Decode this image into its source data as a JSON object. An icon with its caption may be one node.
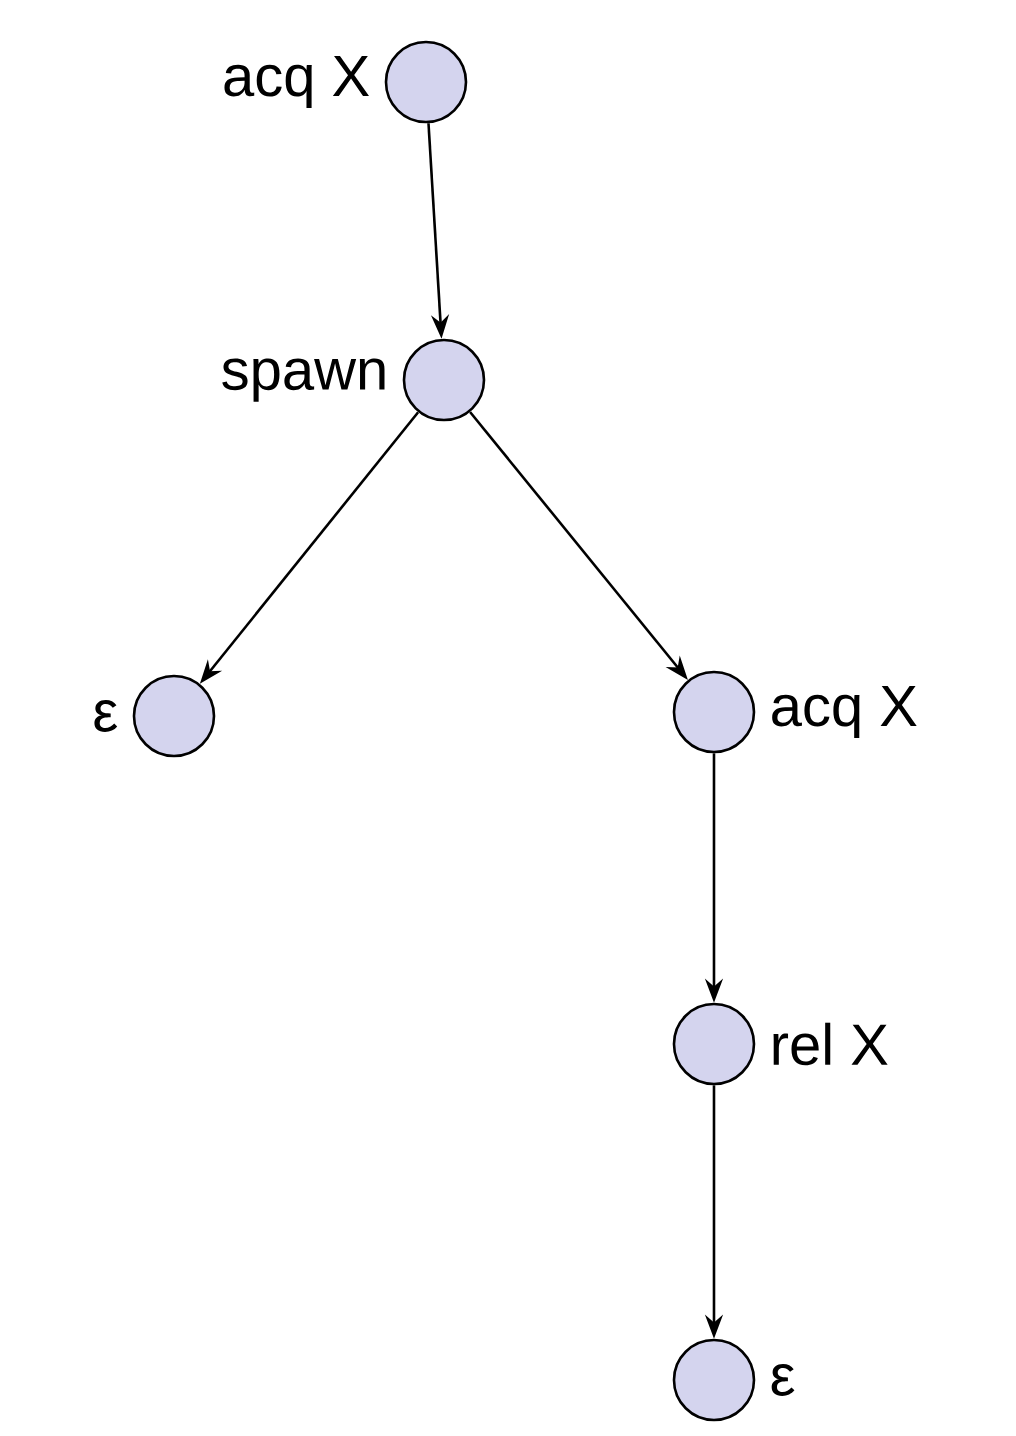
{
  "diagram": {
    "nodes": [
      {
        "text": [],
        "shape": "circle",
        "beside": [
          "acq X"
        ]
      },
      {
        "text": [],
        "shape": "circle",
        "beside": [
          "spawn"
        ]
      },
      {
        "text": [],
        "shape": "circle",
        "beside": [
          "ε"
        ]
      },
      {
        "text": [],
        "shape": "circle",
        "beside": [
          "acq X"
        ]
      },
      {
        "text": [],
        "shape": "circle",
        "beside": [
          "rel X"
        ]
      },
      {
        "text": [],
        "shape": "circle",
        "beside": [
          "ε"
        ]
      }
    ],
    "edges": [
      {
        "from": 0,
        "to": 1,
        "arrow": "to"
      },
      {
        "from": 1,
        "to": 2,
        "arrow": "to"
      },
      {
        "from": 1,
        "to": 3,
        "arrow": "to"
      },
      {
        "from": 3,
        "to": 4,
        "arrow": "to"
      },
      {
        "from": 4,
        "to": 5,
        "arrow": "to"
      }
    ]
  }
}
